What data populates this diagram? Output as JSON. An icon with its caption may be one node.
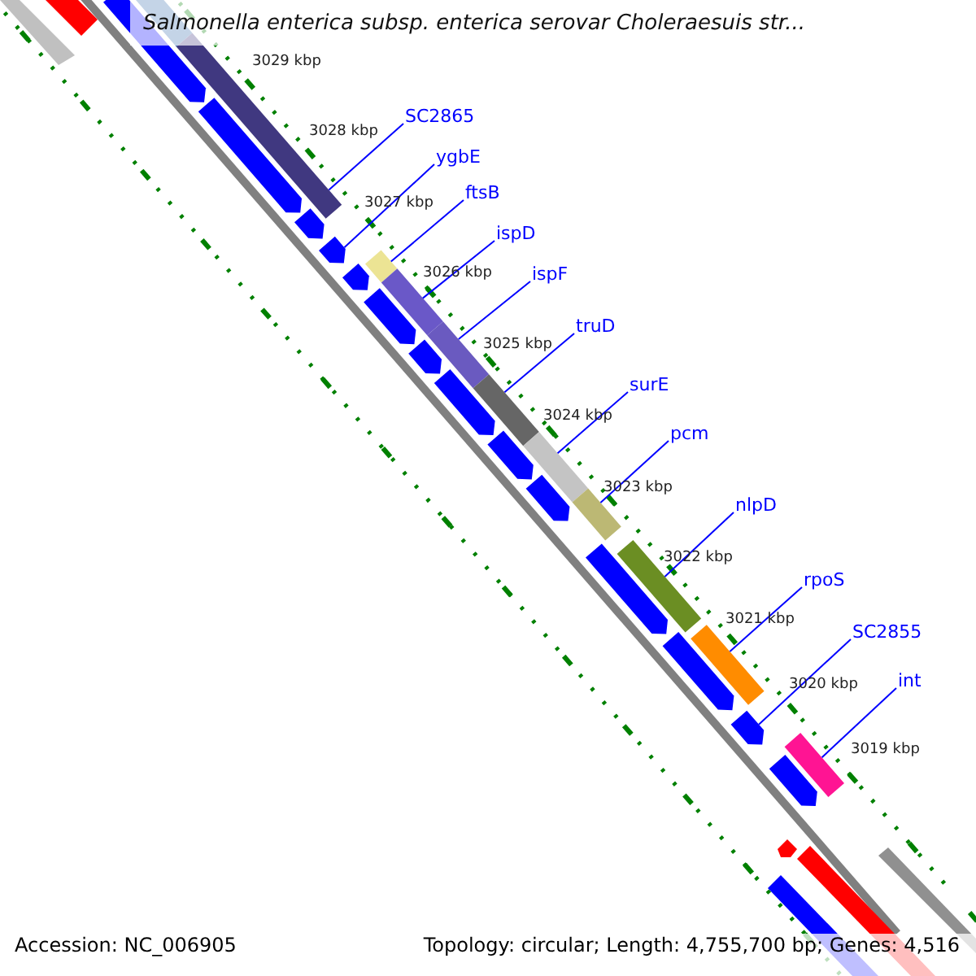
{
  "diagram": {
    "title": "Salmonella enterica subsp. enterica serovar Choleraesuis str...",
    "nodes": [
      {
        "text": [
          "SC2865"
        ]
      },
      {
        "text": [
          "ygbE"
        ]
      },
      {
        "text": [
          "ftsB"
        ]
      },
      {
        "text": [
          "ispD"
        ]
      },
      {
        "text": [
          "ispF"
        ]
      },
      {
        "text": [
          "truD"
        ]
      },
      {
        "text": [
          "surE"
        ]
      },
      {
        "text": [
          "pcm"
        ]
      },
      {
        "text": [
          "nlpD"
        ]
      },
      {
        "text": [
          "rpoS"
        ]
      },
      {
        "text": [
          "SC2855"
        ]
      },
      {
        "text": [
          "int"
        ]
      },
      {
        "text": [],
        "shape": "bar"
      },
      {
        "text": [],
        "shape": "arrow"
      },
      {
        "text": [],
        "shape": "bar"
      },
      {
        "text": [],
        "shape": "bar"
      },
      {
        "text": [],
        "shape": "bar"
      },
      {
        "text": [],
        "shape": "bar"
      },
      {
        "text": [],
        "shape": "bar"
      },
      {
        "text": [],
        "shape": "bar"
      },
      {
        "text": [],
        "shape": "bar"
      },
      {
        "text": [],
        "shape": "bar"
      },
      {
        "text": [],
        "shape": "arrow"
      },
      {
        "text": [],
        "shape": "bar"
      },
      {
        "text": [],
        "shape": "arrow"
      },
      {
        "text": [],
        "shape": "bar"
      }
    ],
    "edges": [
      {
        "from": 0,
        "to": 12,
        "arrow": "none"
      },
      {
        "from": 1,
        "to": 13,
        "arrow": "none"
      },
      {
        "from": 2,
        "to": 14,
        "arrow": "none"
      },
      {
        "from": 3,
        "to": 15,
        "arrow": "none"
      },
      {
        "from": 4,
        "to": 16,
        "arrow": "none"
      },
      {
        "from": 5,
        "to": 17,
        "arrow": "none"
      },
      {
        "from": 6,
        "to": 18,
        "arrow": "none"
      },
      {
        "from": 7,
        "to": 19,
        "arrow": "none"
      },
      {
        "from": 8,
        "to": 20,
        "arrow": "none"
      },
      {
        "from": 9,
        "to": 21,
        "arrow": "none"
      },
      {
        "from": 10,
        "to": 22,
        "arrow": "none"
      },
      {
        "from": 11,
        "to": 23,
        "arrow": "none"
      }
    ],
    "labels": [
      "3029 kbp",
      "3028 kbp",
      "3027 kbp",
      "3026 kbp",
      "3025 kbp",
      "3024 kbp",
      "3023 kbp",
      "3022 kbp",
      "3021 kbp",
      "3020 kbp",
      "3019 kbp",
      "Accession: NC_006905",
      "Topology: circular; Length: 4,755,700 bp; Genes: 4,516"
    ]
  }
}
